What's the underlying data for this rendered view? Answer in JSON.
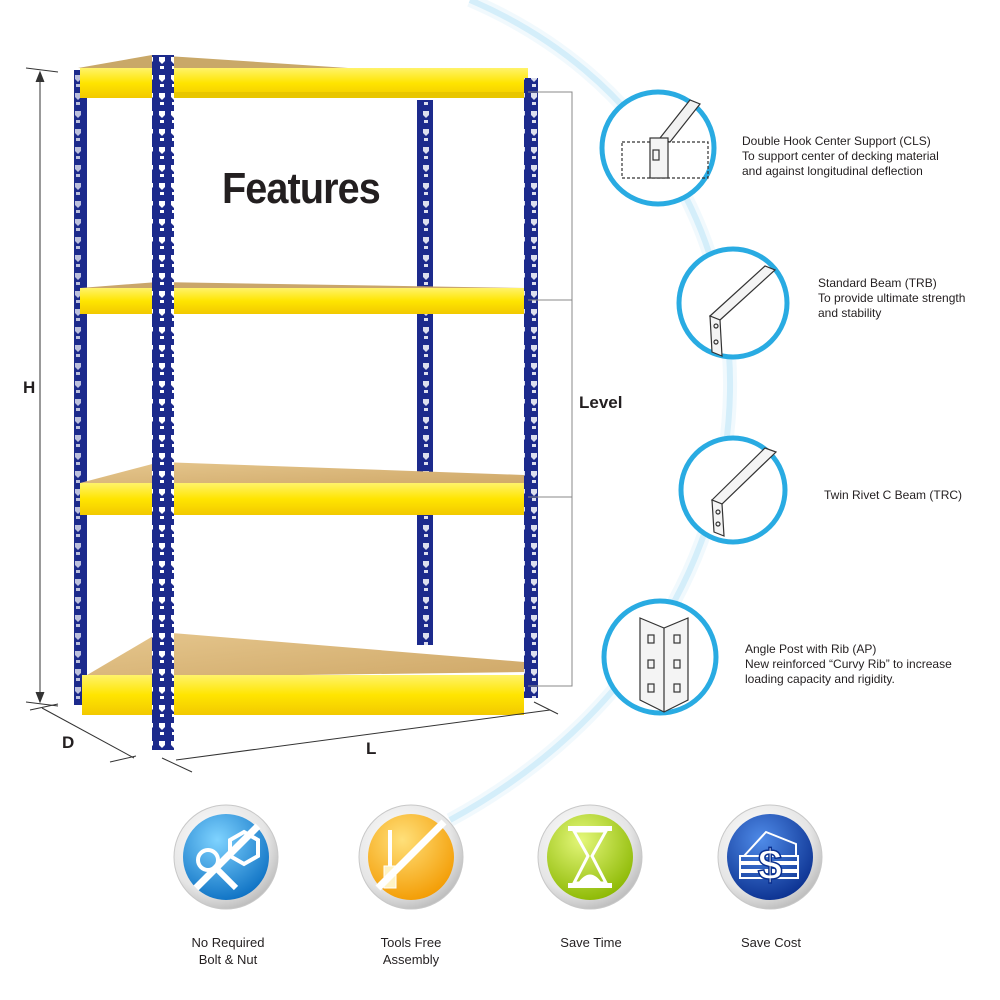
{
  "title": "Features",
  "dimensions": {
    "height": "H",
    "depth": "D",
    "length": "L"
  },
  "level_label": "Level",
  "colors": {
    "post_blue": "#1c2a8c",
    "beam_yellow": "#ffe500",
    "board": "#d9b77a",
    "ring_cyan": "#29abe2",
    "arc_light": "#bfe6f7"
  },
  "features": [
    {
      "icon": "double-hook-center-support-icon",
      "title": "Double Hook Center Support (CLS)",
      "lines": [
        "To support center of decking material",
        "and against longitudinal deflection"
      ]
    },
    {
      "icon": "standard-beam-icon",
      "title": "Standard Beam (TRB)",
      "lines": [
        "To provide ultimate strength",
        "and stability"
      ]
    },
    {
      "icon": "twin-rivet-c-beam-icon",
      "title": "Twin Rivet C Beam (TRC)",
      "lines": []
    },
    {
      "icon": "angle-post-with-rib-icon",
      "title": "Angle Post with Rib (AP)",
      "lines": [
        "New reinforced “Curvy Rib” to increase",
        "loading capacity and rigidity."
      ]
    }
  ],
  "benefits": [
    {
      "icon": "no-bolt-nut-icon",
      "lines": [
        "No Required",
        "Bolt & Nut"
      ]
    },
    {
      "icon": "screwdriver-crossed-icon",
      "lines": [
        "Tools Free",
        "Assembly"
      ]
    },
    {
      "icon": "hourglass-icon",
      "lines": [
        "Save Time"
      ]
    },
    {
      "icon": "dollar-icon",
      "lines": [
        "Save Cost"
      ]
    }
  ]
}
